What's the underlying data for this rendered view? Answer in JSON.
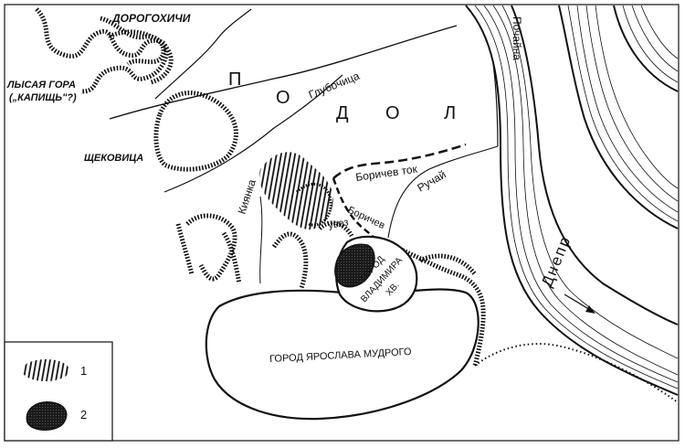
{
  "labels": {
    "dorogozhichi": "ДОРОГОХИЧИ",
    "lysaya_gora": "ЛЫСАЯ ГОРА",
    "kapishche": "(„КАПИЩЬ\"?)",
    "shchekovitsa": "ЩЕКОВИЦА",
    "podol": [
      "П",
      "О",
      "Д",
      "О",
      "Л"
    ],
    "glubochitsa": "Глубочица",
    "kiyanka": "Киянка",
    "borichev_tok": "Боричев ток",
    "ruchai": "Ручай",
    "borichev_uvoz_1": "Боричев",
    "borichev_uvoz_2": "увоз",
    "pochaina": "Почайна",
    "dnepr": "Днепр",
    "vladimir_city_1": "ГОРОД",
    "vladimir_city_2": "ВЛАДИМИРА",
    "vladimir_city_3": "XВ.",
    "yaroslav_city": "ГОРОД ЯРОСЛАВА МУДРОГО"
  },
  "legend": {
    "items": [
      {
        "key": "1",
        "symbol": "hatched-area"
      },
      {
        "key": "2",
        "symbol": "solid-dark-area"
      }
    ]
  },
  "colors": {
    "ink": "#111111",
    "paper": "#ffffff",
    "dark_fill": "#1a1a1a"
  }
}
